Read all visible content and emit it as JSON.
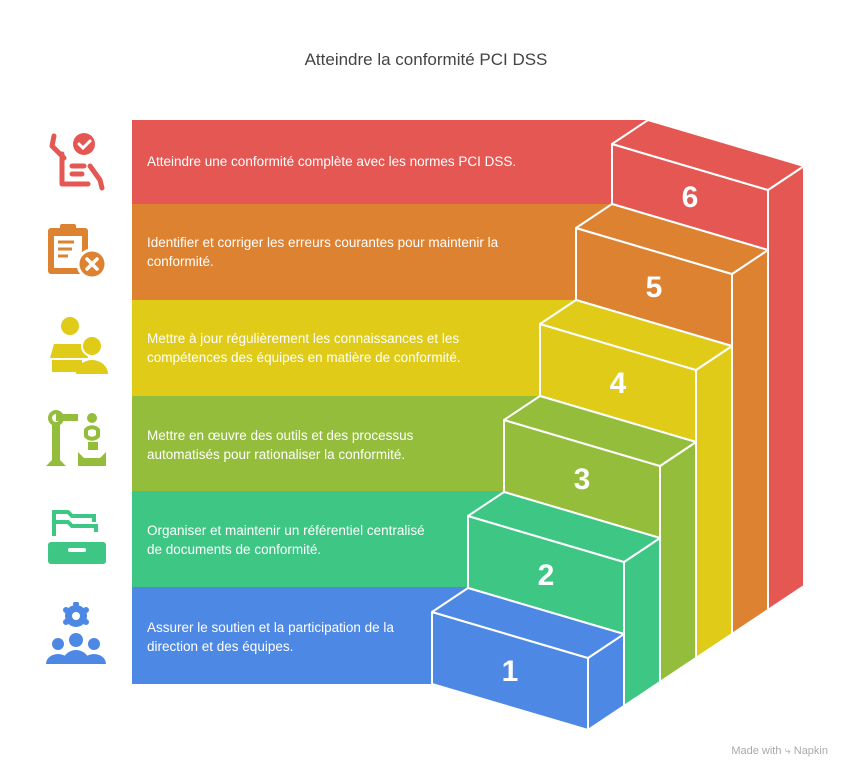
{
  "title": "Atteindre la conformité PCI DSS",
  "steps": [
    {
      "number": "1",
      "text": "Assurer le soutien et la participation de la direction et des équipes.",
      "color": "#4D88E4",
      "icon": "team-gear-icon"
    },
    {
      "number": "2",
      "text": "Organiser et maintenir un référentiel centralisé de documents de conformité.",
      "color": "#3DC684",
      "icon": "file-drawer-icon"
    },
    {
      "number": "3",
      "text": "Mettre en œuvre des outils et des processus automatisés pour rationaliser la conformité.",
      "color": "#93BD3B",
      "icon": "robot-arm-icon"
    },
    {
      "number": "4",
      "text": "Mettre à jour régulièrement les connaissances et les compétences des équipes en matière de conformité.",
      "color": "#DFCB18",
      "icon": "training-people-icon"
    },
    {
      "number": "5",
      "text": "Identifier et corriger les erreurs courantes pour maintenir la conformité.",
      "color": "#DD8231",
      "icon": "clipboard-error-icon"
    },
    {
      "number": "6",
      "text": "Atteindre une conformité complète avec les normes PCI DSS.",
      "color": "#E55753",
      "icon": "checklist-approval-icon"
    }
  ],
  "footer": {
    "made_with": "Made with",
    "brand": "Napkin"
  }
}
